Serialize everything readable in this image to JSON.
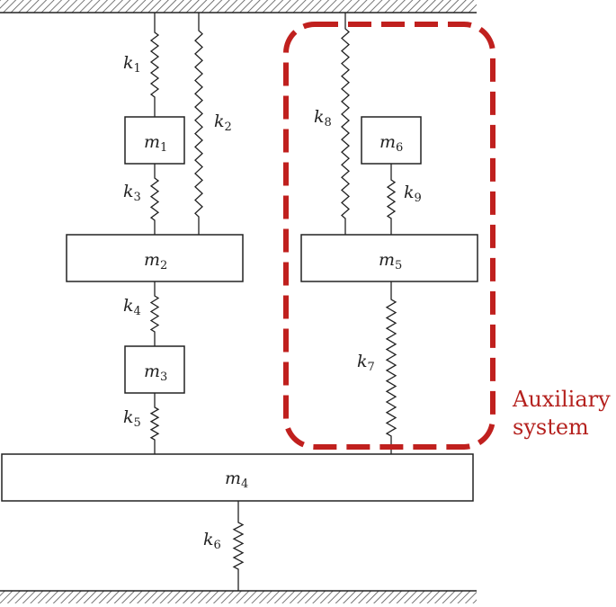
{
  "masses": {
    "m1": {
      "sym": "m",
      "sub": "1"
    },
    "m2": {
      "sym": "m",
      "sub": "2"
    },
    "m3": {
      "sym": "m",
      "sub": "3"
    },
    "m4": {
      "sym": "m",
      "sub": "4"
    },
    "m5": {
      "sym": "m",
      "sub": "5"
    },
    "m6": {
      "sym": "m",
      "sub": "6"
    }
  },
  "springs": {
    "k1": {
      "sym": "k",
      "sub": "1"
    },
    "k2": {
      "sym": "k",
      "sub": "2"
    },
    "k3": {
      "sym": "k",
      "sub": "3"
    },
    "k4": {
      "sym": "k",
      "sub": "4"
    },
    "k5": {
      "sym": "k",
      "sub": "5"
    },
    "k6": {
      "sym": "k",
      "sub": "6"
    },
    "k7": {
      "sym": "k",
      "sub": "7"
    },
    "k8": {
      "sym": "k",
      "sub": "8"
    },
    "k9": {
      "sym": "k",
      "sub": "9"
    }
  },
  "auxiliary_label": {
    "line1": "Auxiliary",
    "line2": "system"
  },
  "colors": {
    "auxiliary": "#c0201e",
    "ink": "#222222"
  }
}
